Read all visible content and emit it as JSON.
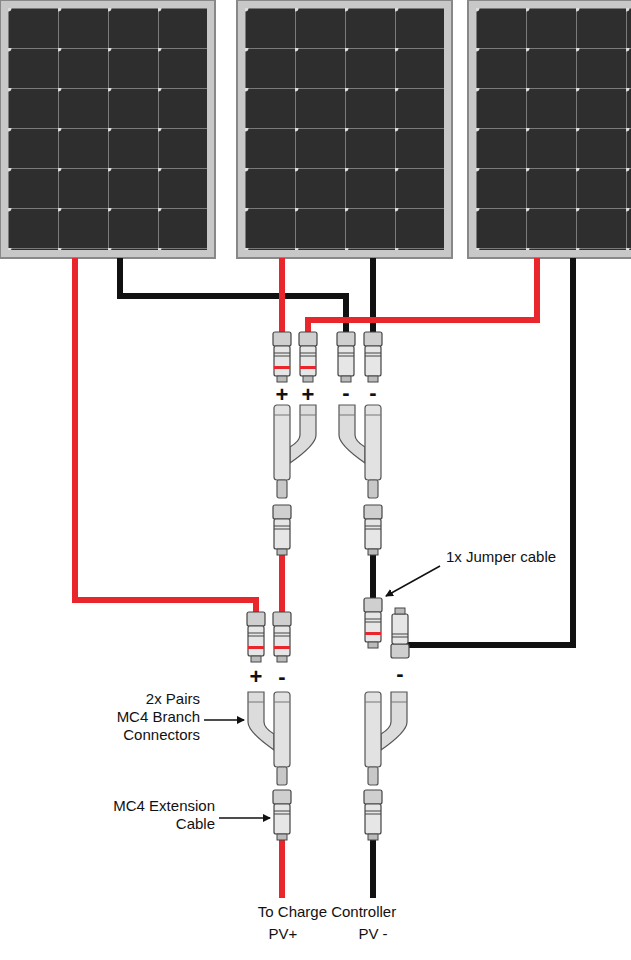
{
  "diagram": {
    "labels": [
      "+",
      "+",
      "-",
      "-",
      "1x Jumper cable",
      "+",
      "-",
      "-",
      "2x Pairs MC4 Branch Connectors",
      "MC4 Extension Cable",
      "To Charge Controller",
      "PV+",
      "PV -"
    ]
  }
}
